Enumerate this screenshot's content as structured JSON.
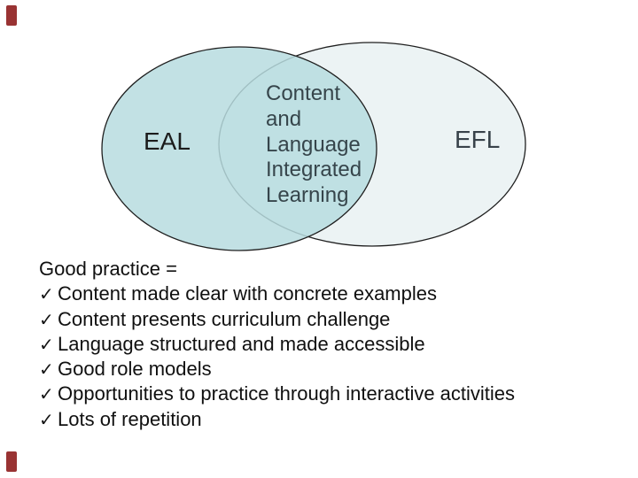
{
  "slide": {
    "background": "#ffffff"
  },
  "venn": {
    "left_set": {
      "label": "EAL",
      "fill": "rgb(183,220,223)",
      "fill_opacity": "0.85",
      "stroke": "#1f1f1f"
    },
    "right_set": {
      "label": "EFL",
      "fill": "#ecf3f4",
      "stroke": "#1f1f1f"
    },
    "overlap": {
      "lines": [
        "Content",
        "and",
        "Language",
        "Integrated",
        "Learning"
      ],
      "text_color": "#36454b"
    }
  },
  "good_practice": {
    "heading": "Good practice =",
    "bullet_char": "✓",
    "items": [
      "Content made clear with concrete examples",
      "Content presents curriculum challenge",
      "Language structured and made accessible",
      "Good role models",
      "Opportunities to practice through interactive activities",
      "Lots of repetition"
    ],
    "text_color": "#101010"
  },
  "decorations": {
    "corner_mark_color": "#993333"
  }
}
